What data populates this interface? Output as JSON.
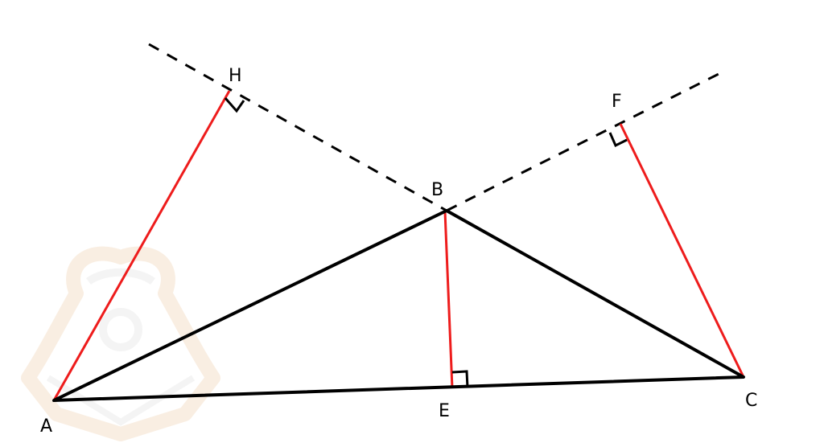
{
  "labels": {
    "A": "A",
    "B": "B",
    "C": "C",
    "E": "E",
    "F": "F",
    "H": "H"
  },
  "colors": {
    "triangle": "#000000",
    "altitude": "#ee1c1c",
    "extension": "#000000",
    "watermark": "#f5e6d6"
  },
  "icons": {
    "watermark": "bear-logo-icon",
    "right_angle": "right-angle-marker-icon"
  }
}
